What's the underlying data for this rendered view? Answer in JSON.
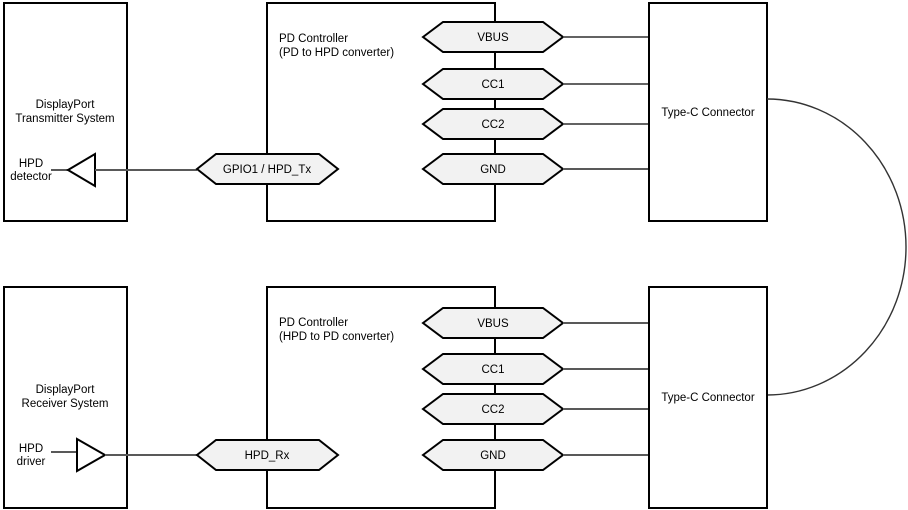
{
  "diagram": {
    "top": {
      "system_box": {
        "line1": "DisplayPort",
        "line2": "Transmitter System"
      },
      "endpoint": {
        "line1": "HPD",
        "line2": "detector"
      },
      "controller_box": {
        "line1": "PD Controller",
        "line2": "(PD to HPD converter)"
      },
      "port_pin": "GPIO1 / HPD_Tx",
      "pins": [
        {
          "label": "VBUS"
        },
        {
          "label": "CC1"
        },
        {
          "label": "CC2"
        },
        {
          "label": "GND"
        }
      ],
      "connector_box": "Type-C Connector"
    },
    "bottom": {
      "system_box": {
        "line1": "DisplayPort",
        "line2": "Receiver System"
      },
      "endpoint": {
        "line1": "HPD",
        "line2": "driver"
      },
      "controller_box": {
        "line1": "PD Controller",
        "line2": "(HPD to PD converter)"
      },
      "port_pin": "HPD_Rx",
      "pins": [
        {
          "label": "VBUS"
        },
        {
          "label": "CC1"
        },
        {
          "label": "CC2"
        },
        {
          "label": "GND"
        }
      ],
      "connector_box": "Type-C Connector"
    }
  },
  "colors": {
    "pin_fill": "#f2f2f2",
    "box_fill": "#ffffff",
    "border": "#000000",
    "wire": "#595959",
    "pin_wire": "#4d4d4d",
    "cable": "#333333"
  }
}
